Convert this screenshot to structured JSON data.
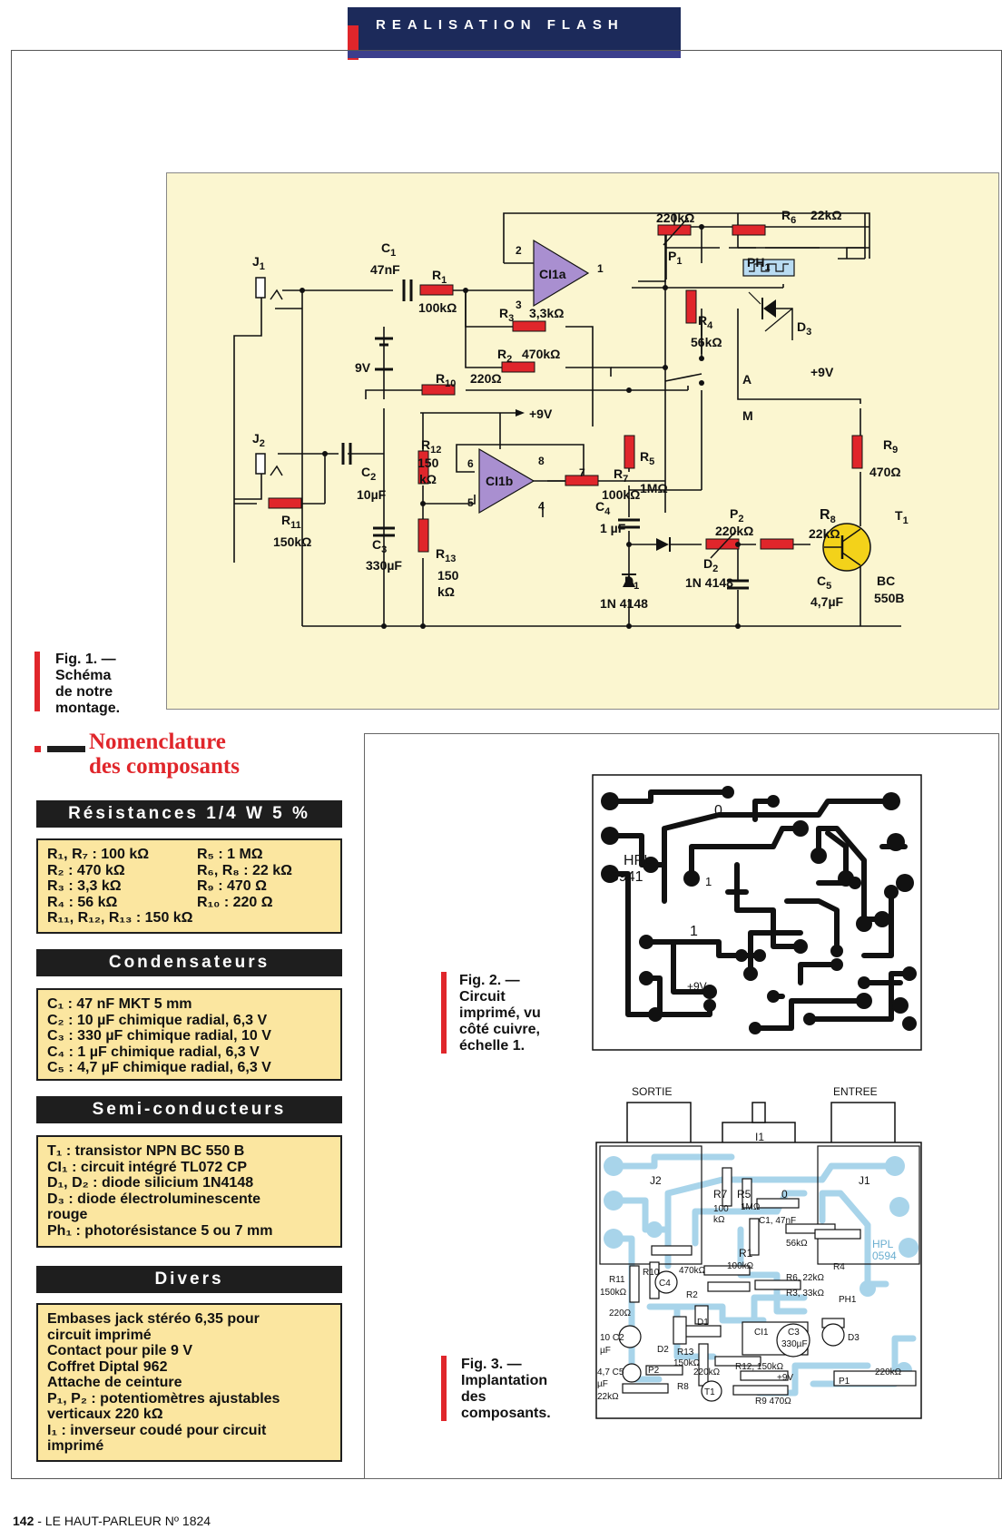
{
  "header": {
    "title": "REALISATION FLASH"
  },
  "fig1": {
    "caption": [
      "Fig. 1. —",
      "Schéma",
      "de notre",
      "montage."
    ],
    "labels": {
      "j1": "J",
      "j1_sub": "1",
      "j2": "J",
      "j2_sub": "2",
      "c1": "C",
      "c1_sub": "1",
      "c1_val": "47nF",
      "r1": "R",
      "r1_sub": "1",
      "r1_val": "100kΩ",
      "bat": "9V",
      "r3": "R",
      "r3_sub": "3",
      "r3_val": "3,3kΩ",
      "r2": "R",
      "r2_sub": "2",
      "r2_val": "470kΩ",
      "r10": "R",
      "r10_sub": "10",
      "r10_val": "220Ω",
      "plus9v_a": "+9V",
      "ci1a": "CI1a",
      "ci1b": "CI1b",
      "pin1": "1",
      "pin2": "2",
      "pin3": "3",
      "pin4": "4",
      "pin5": "5",
      "pin6": "6",
      "pin7": "7",
      "pin8": "8",
      "p1_val": "220kΩ",
      "p1": "P",
      "p1_sub": "1",
      "r6": "R",
      "r6_sub": "6",
      "r6_val": "22kΩ",
      "ph1": "PH",
      "ph1_sub": "1",
      "r4": "R",
      "r4_sub": "4",
      "r4_val": "56kΩ",
      "d3": "D",
      "d3_sub": "3",
      "plus9v_b": "+9V",
      "a": "A",
      "m": "M",
      "r12": "R",
      "r12_sub": "12",
      "r12_val1": "150",
      "r12_val2": "kΩ",
      "r13": "R",
      "r13_sub": "13",
      "r13_val1": "150",
      "r13_val2": "kΩ",
      "r5": "R",
      "r5_sub": "5",
      "r5_val": "1MΩ",
      "r7": "R",
      "r7_sub": "7",
      "r7_val": "100kΩ",
      "r9": "R",
      "r9_sub": "9",
      "r9_val": "470Ω",
      "c2": "C",
      "c2_sub": "2",
      "c2_val": "10µF",
      "r11": "R",
      "r11_sub": "11",
      "r11_val": "150kΩ",
      "c3": "C",
      "c3_sub": "3",
      "c3_val": "330µF",
      "c4": "C",
      "c4_sub": "4",
      "c4_val": "1 µF",
      "p2": "P",
      "p2_sub": "2",
      "p2_val": "220kΩ",
      "r8": "R",
      "r8_sub": "8",
      "r8_val": "22kΩ",
      "t1": "T",
      "t1_sub": "1",
      "d2": "D",
      "d2_sub": "2",
      "d2_val": "1N 4148",
      "d1": "D",
      "d1_sub": "1",
      "d1_val": "1N 4148",
      "c5": "C",
      "c5_sub": "5",
      "c5_val": "4,7µF",
      "bc1": "BC",
      "bc2": "550B"
    }
  },
  "nomenclature": {
    "title_line1": "Nomenclature",
    "title_line2": "des composants",
    "resistances": {
      "heading": "Résistances 1/4 W 5 %",
      "left": [
        "R₁, R₇ : 100 kΩ",
        "R₂ : 470 kΩ",
        "R₃ : 3,3 kΩ",
        "R₄ : 56 kΩ"
      ],
      "right": [
        "R₅ : 1 MΩ",
        "R₆, R₈ : 22 kΩ",
        "R₉ : 470 Ω",
        "R₁₀ : 220 Ω"
      ],
      "last": "R₁₁, R₁₂, R₁₃ : 150 kΩ"
    },
    "condensateurs": {
      "heading": "Condensateurs",
      "items": [
        "C₁ : 47 nF MKT 5 mm",
        "C₂ : 10 µF chimique radial, 6,3 V",
        "C₃ : 330 µF chimique radial, 10 V",
        "C₄ : 1 µF chimique radial, 6,3 V",
        "C₅ : 4,7 µF chimique radial, 6,3 V"
      ]
    },
    "semi": {
      "heading": "Semi-conducteurs",
      "items": [
        "T₁ : transistor NPN BC 550 B",
        "CI₁ : circuit intégré TL072 CP",
        "D₁, D₂ : diode silicium 1N4148",
        "D₃ : diode électroluminescente",
        "rouge",
        "Ph₁ : photorésistance 5 ou 7 mm"
      ]
    },
    "divers": {
      "heading": "Divers",
      "items": [
        "Embases jack stéréo 6,35 pour",
        "circuit imprimé",
        "Contact pour pile 9 V",
        "Coffret Diptal 962",
        "Attache de ceinture",
        "P₁, P₂ : potentiomètres ajustables",
        "verticaux 220 kΩ",
        "I₁ : inverseur coudé pour circuit",
        "imprimé"
      ]
    }
  },
  "fig2": {
    "caption": [
      "Fig. 2. —",
      "Circuit",
      "imprimé, vu",
      "côté cuivre,",
      "échelle 1."
    ],
    "labels": {
      "hpl": "HPL",
      "code": "05941",
      "zero": "0",
      "one": "1",
      "plus9v": "+9V"
    }
  },
  "fig3": {
    "caption": [
      "Fig. 3. —",
      "Implantation",
      "des",
      "composants."
    ],
    "labels": {
      "sortie": "SORTIE",
      "entree": "ENTREE",
      "i1": "I1",
      "j2": "J2",
      "j1": "J1",
      "r7": "R7",
      "r7_v1": "100",
      "r7_v2": "kΩ",
      "r5": "R5",
      "r5_v": "1MΩ",
      "zero": "0",
      "c1": "C1, 47nF",
      "r4v": "56kΩ",
      "r4": "R4",
      "r1": "R1",
      "r1v": "100kΩ",
      "r2v": "470kΩ",
      "r2": "R2",
      "r6": "R6, 22kΩ",
      "r3": "R3, 33kΩ",
      "r11": "R11",
      "r11v": "150kΩ",
      "r10": "R10",
      "r10v": "220Ω",
      "c4": "C4",
      "c2": "10 C2",
      "c2u": "µF",
      "d1": "D1",
      "d2": "D2",
      "ci1": "CI1",
      "c3": "C3",
      "c3v": "330µF",
      "d3": "D3",
      "ph1": "PH1",
      "r13": "R13",
      "r13v": "150kΩ",
      "p2v": "220kΩ",
      "r12": "R12, 150kΩ",
      "plus9v": "+9V",
      "c5v": "4,7 C5",
      "c5u": "µF",
      "p2": "P2",
      "r8v": "22kΩ",
      "r8": "R8",
      "t1": "T1",
      "r9": "R9  470Ω",
      "p1": "P1",
      "p1v": "220kΩ",
      "hpl": "HPL",
      "code": "0594"
    }
  },
  "footer": {
    "page": "142",
    "text": " - LE HAUT-PARLEUR Nº 1824"
  }
}
